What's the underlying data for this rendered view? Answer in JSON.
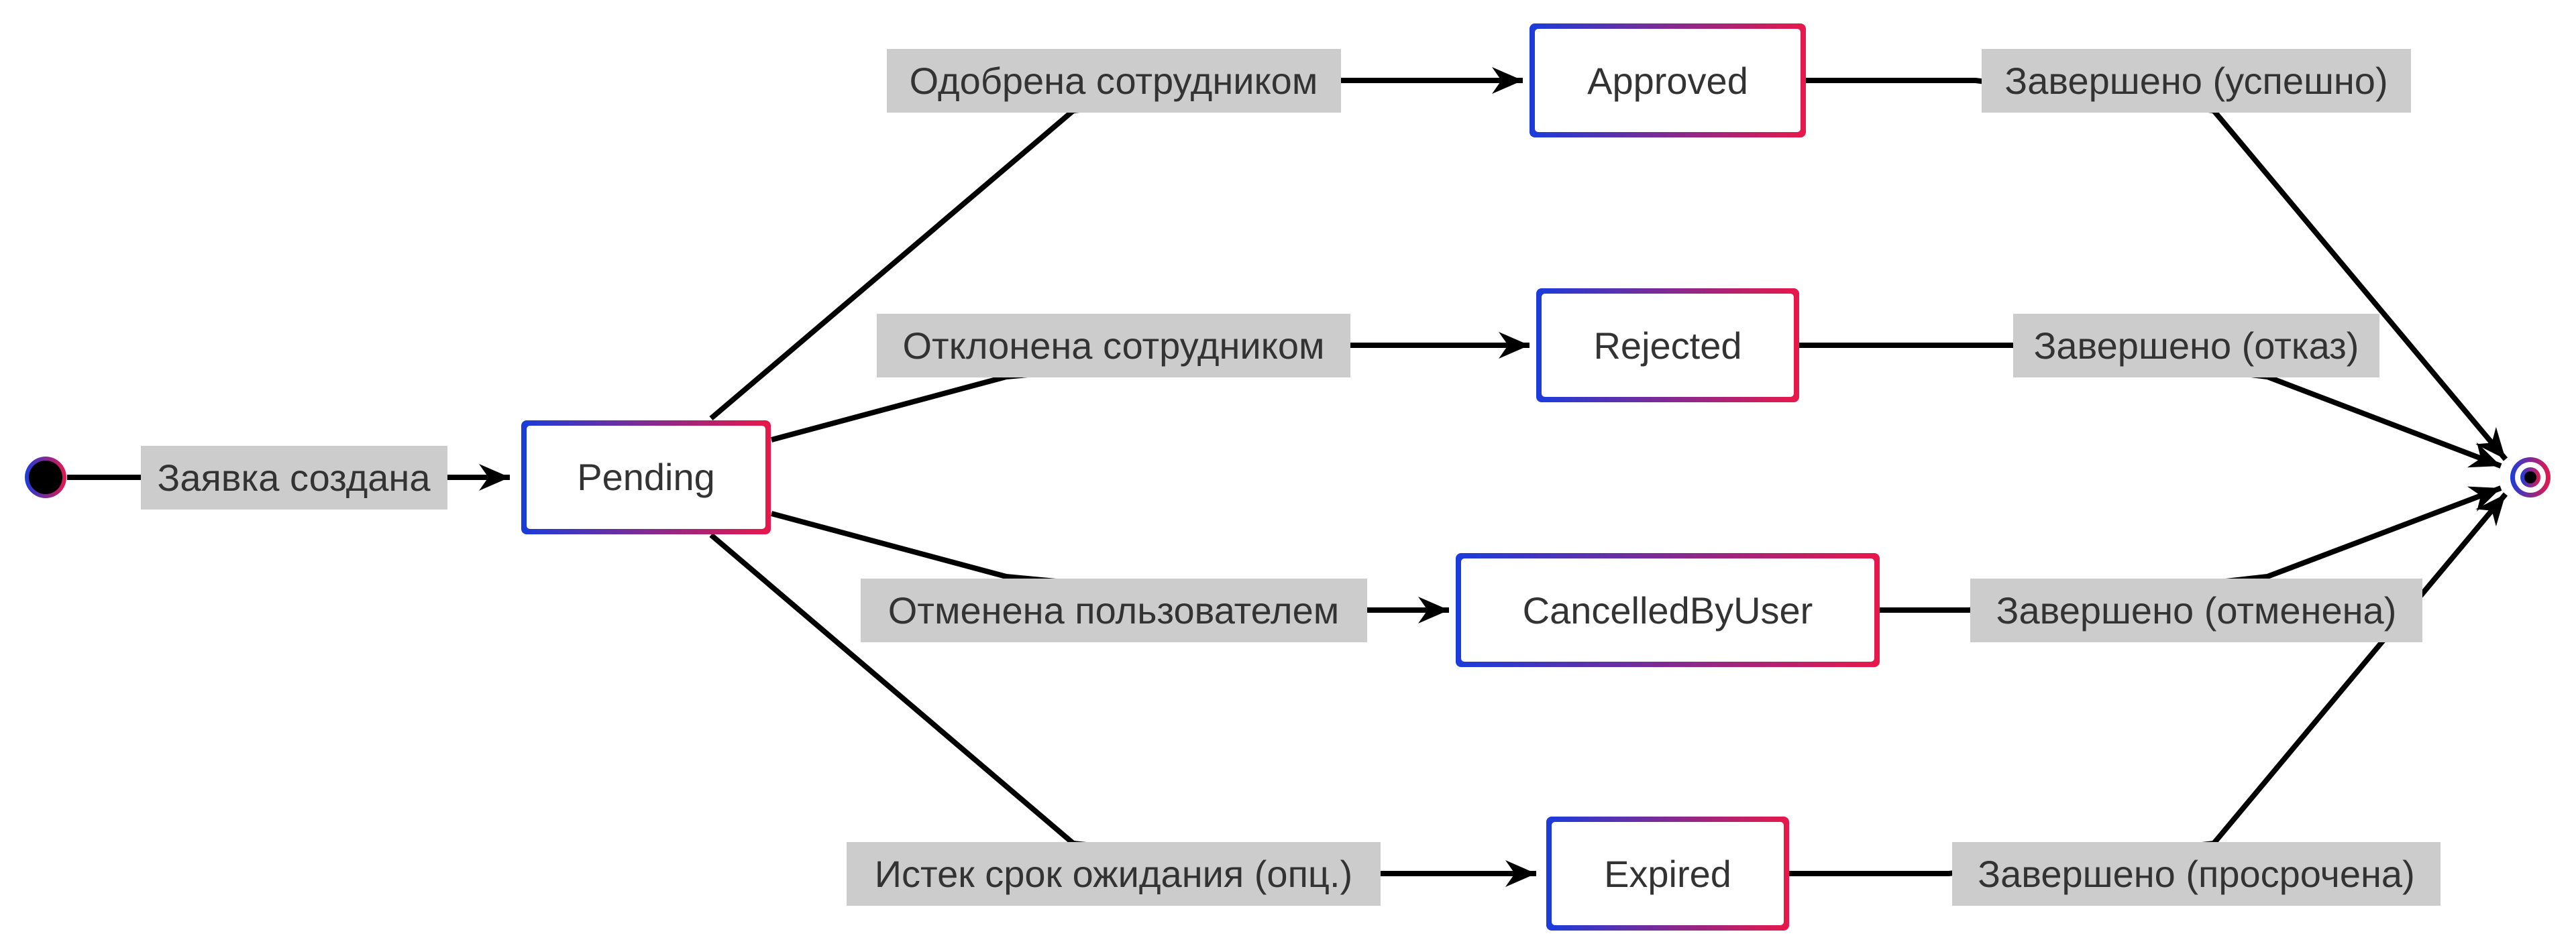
{
  "colors": {
    "gradient_start": "#1a3cdc",
    "gradient_end": "#e8184a",
    "edge": "#000000",
    "label_background": "#cccccc",
    "text": "#333333"
  },
  "states": {
    "pending": "Pending",
    "approved": "Approved",
    "rejected": "Rejected",
    "cancelled": "CancelledByUser",
    "expired": "Expired"
  },
  "transitions": {
    "created": "Заявка создана",
    "approve": "Одобрена сотрудником",
    "reject": "Отклонена сотрудником",
    "cancel": "Отменена пользователем",
    "expire": "Истек срок ожидания (опц.)",
    "done_approved": "Завершено (успешно)",
    "done_rejected": "Завершено (отказ)",
    "done_cancelled": "Завершено (отменена)",
    "done_expired": "Завершено (просрочена)"
  }
}
